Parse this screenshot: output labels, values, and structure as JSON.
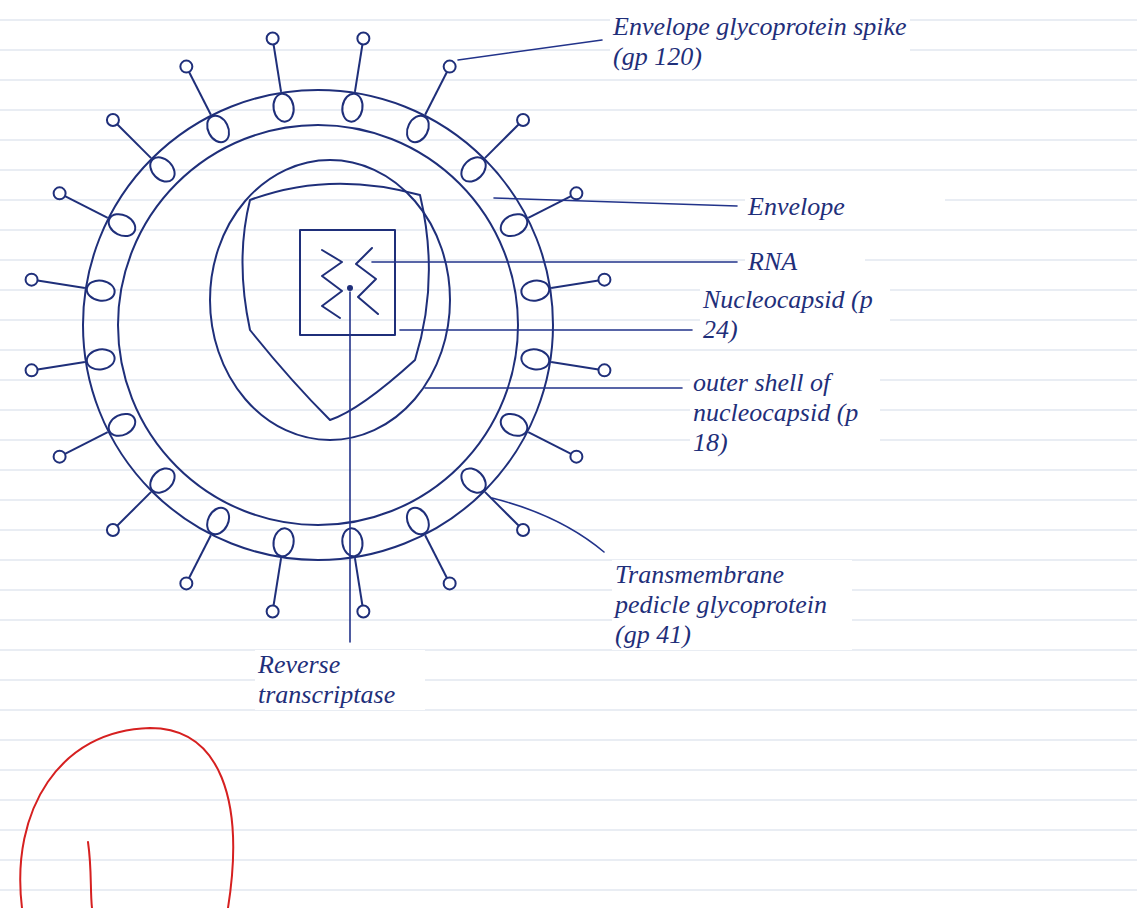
{
  "diagram": {
    "labels": [
      "Envelope glycoprotein spike (gp 120)",
      "Envelope",
      "RNA",
      "Nucleocapsid (p 24)",
      "outer shell of nucleocapsid (p 18)",
      "Transmembrane pedicle glycoprotein (gp 41)",
      "Reverse transcriptase"
    ]
  }
}
